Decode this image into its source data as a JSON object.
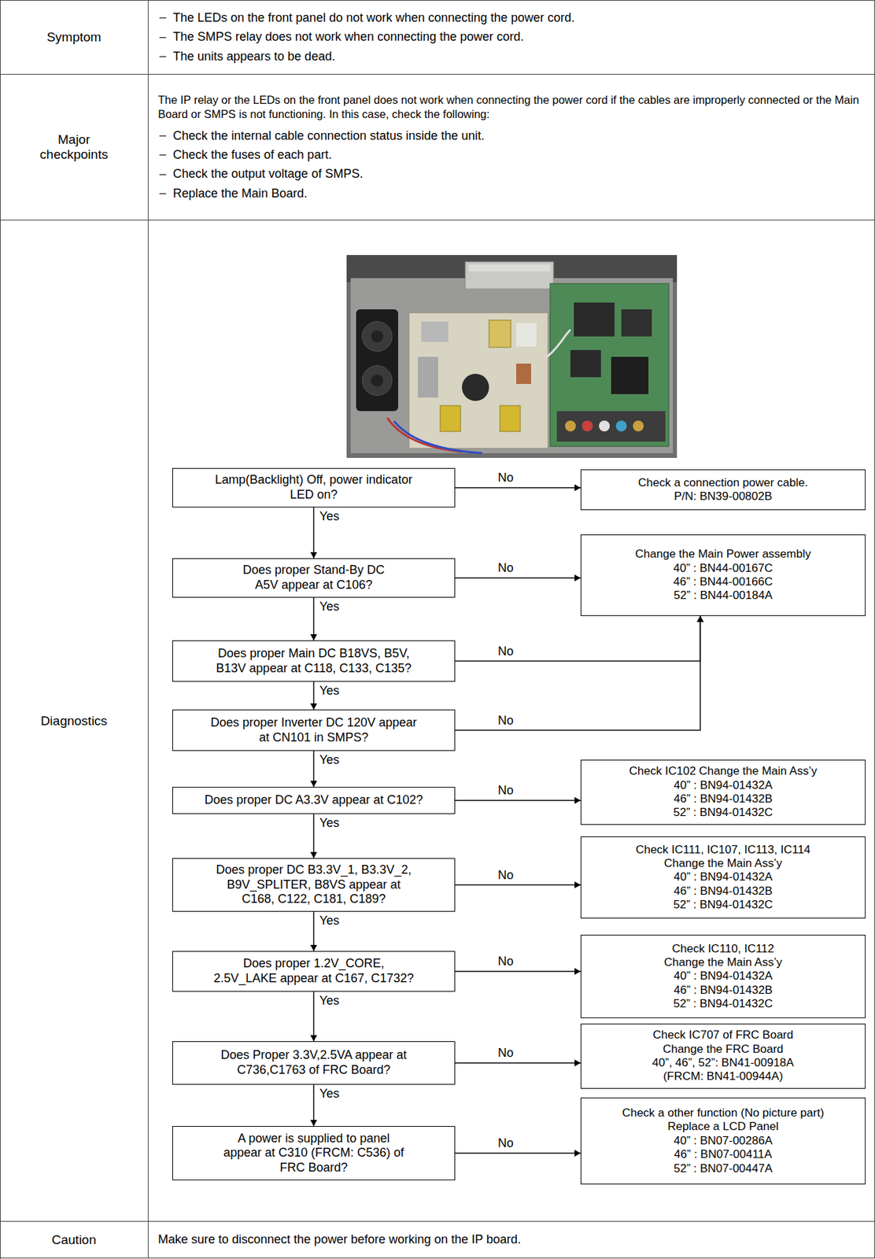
{
  "diagram": {
    "nodes": [
      {
        "text": [
          "Symptom"
        ]
      },
      {
        "text": [
          "The LEDs on the front panel do not work when connecting the power cord.",
          "The SMPS relay does not work when connecting the power cord.",
          "The units appears to be dead."
        ]
      },
      {
        "text": [
          "Major checkpoints"
        ]
      },
      {
        "text": [
          "The IP relay or the LEDs on the front panel does not work when connecting the power cord if the cables are improperly connected or the Main Board or SMPS is not functioning. In this case, check the following:",
          "Check the internal cable connection status inside the unit.",
          "Check the fuses of each part.",
          "Check the output voltage of SMPS.",
          "Replace the Main Board."
        ]
      },
      {
        "text": [
          "Diagnostics"
        ]
      },
      {
        "text": [
          "Lamp(Backlight) Off, power indicator LED on?"
        ]
      },
      {
        "text": [
          "Check a connection power cable.",
          "P/N: BN39-00802B"
        ]
      },
      {
        "text": [
          "Does proper Stand-By DC A5V appear at C106?"
        ]
      },
      {
        "text": [
          "Change the Main Power assembly",
          "40” : BN44-00167C",
          "46” : BN44-00166C",
          "52” : BN44-00184A"
        ]
      },
      {
        "text": [
          "Does proper Main DC B18VS, B5V, B13V appear at C118, C133, C135?"
        ]
      },
      {
        "text": [
          "Does proper Inverter DC 120V appear at CN101 in SMPS?"
        ]
      },
      {
        "text": [
          "Does proper DC A3.3V appear at C102?"
        ]
      },
      {
        "text": [
          "Check IC102 Change the Main Ass’y",
          "40” : BN94-01432A",
          "46” : BN94-01432B",
          "52” : BN94-01432C"
        ]
      },
      {
        "text": [
          "Does proper DC B3.3V_1, B3.3V_2, B9V_SPLITER, B8VS appear at C168, C122, C181, C189?"
        ]
      },
      {
        "text": [
          "Check IC111, IC107, IC113, IC114",
          "Change the Main Ass’y",
          "40” : BN94-01432A",
          "46” : BN94-01432B",
          "52” : BN94-01432C"
        ]
      },
      {
        "text": [
          "Does proper 1.2V_CORE, 2.5V_LAKE appear at C167, C1732?"
        ]
      },
      {
        "text": [
          "Check IC110, IC112",
          "Change the Main Ass’y",
          "40” : BN94-01432A",
          "46” : BN94-01432B",
          "52” : BN94-01432C"
        ]
      },
      {
        "text": [
          "Does Proper 3.3V,2.5VA appear at C736,C1763 of FRC Board?"
        ]
      },
      {
        "text": [
          "Check IC707 of FRC Board",
          "Change the FRC Board",
          "40”, 46”, 52”: BN41-00918A",
          "(FRCM: BN41-00944A)"
        ]
      },
      {
        "text": [
          "A power is supplied to panel appear at C310 (FRCM: C536) of FRC Board?"
        ]
      },
      {
        "text": [
          "Check a other function (No picture part)",
          "Replace a LCD Panel",
          "40” : BN07-00286A",
          "46” : BN07-00411A",
          "52” : BN07-00447A"
        ]
      },
      {
        "text": [
          "Caution"
        ]
      },
      {
        "text": [
          "Make sure to disconnect the power before working on the IP board."
        ]
      }
    ],
    "edges": [
      {
        "from": 5,
        "to": 6,
        "label": "No",
        "arrow": "to"
      },
      {
        "from": 5,
        "to": 7,
        "label": "Yes",
        "arrow": "to"
      },
      {
        "from": 7,
        "to": 8,
        "label": "No",
        "arrow": "to"
      },
      {
        "from": 7,
        "to": 9,
        "label": "Yes",
        "arrow": "to"
      },
      {
        "from": 9,
        "to": 8,
        "label": "No",
        "arrow": "to"
      },
      {
        "from": 9,
        "to": 10,
        "label": "Yes",
        "arrow": "to"
      },
      {
        "from": 10,
        "to": 8,
        "label": "No",
        "arrow": "to"
      },
      {
        "from": 10,
        "to": 11,
        "label": "Yes",
        "arrow": "to"
      },
      {
        "from": 11,
        "to": 12,
        "label": "No",
        "arrow": "to"
      },
      {
        "from": 11,
        "to": 13,
        "label": "Yes",
        "arrow": "to"
      },
      {
        "from": 13,
        "to": 14,
        "label": "No",
        "arrow": "to"
      },
      {
        "from": 13,
        "to": 15,
        "label": "Yes",
        "arrow": "to"
      },
      {
        "from": 15,
        "to": 16,
        "label": "No",
        "arrow": "to"
      },
      {
        "from": 15,
        "to": 17,
        "label": "Yes",
        "arrow": "to"
      },
      {
        "from": 17,
        "to": 18,
        "label": "No",
        "arrow": "to"
      },
      {
        "from": 17,
        "to": 19,
        "label": "Yes",
        "arrow": "to"
      },
      {
        "from": 19,
        "to": 20,
        "label": "No",
        "arrow": "to"
      }
    ]
  }
}
